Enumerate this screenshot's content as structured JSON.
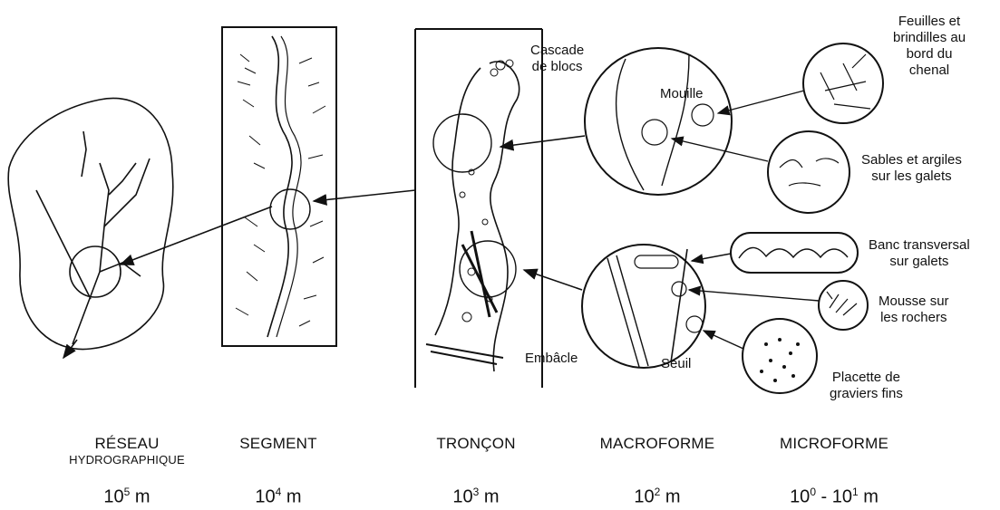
{
  "labels": {
    "cascade": [
      "Cascade",
      "de blocs"
    ],
    "mouille": "Mouille",
    "feuilles": [
      "Feuilles et",
      "brindilles au",
      "bord du",
      "chenal"
    ],
    "sables": [
      "Sables et argiles",
      "sur les galets"
    ],
    "banc": [
      "Banc transversal",
      "sur galets"
    ],
    "mousse": [
      "Mousse sur",
      "les rochers"
    ],
    "embacle": "Embâcle",
    "seuil": "Seuil",
    "placette": [
      "Placette de",
      "graviers fins"
    ]
  },
  "levels": [
    {
      "name_first": "Réseau",
      "name_rest": "hydrographique",
      "exp": "5",
      "scale_suffix": " m"
    },
    {
      "name": "Segment",
      "exp": "4",
      "scale_suffix": " m"
    },
    {
      "name": "Tronçon",
      "exp": "3",
      "scale_suffix": " m"
    },
    {
      "name": "Macroforme",
      "exp": "2",
      "scale_suffix": " m"
    },
    {
      "name": "Microforme",
      "exp_a": "0",
      "exp_b": "1",
      "scale_mid": " - 10",
      "scale_suffix": " m"
    }
  ],
  "scale_base": "10"
}
